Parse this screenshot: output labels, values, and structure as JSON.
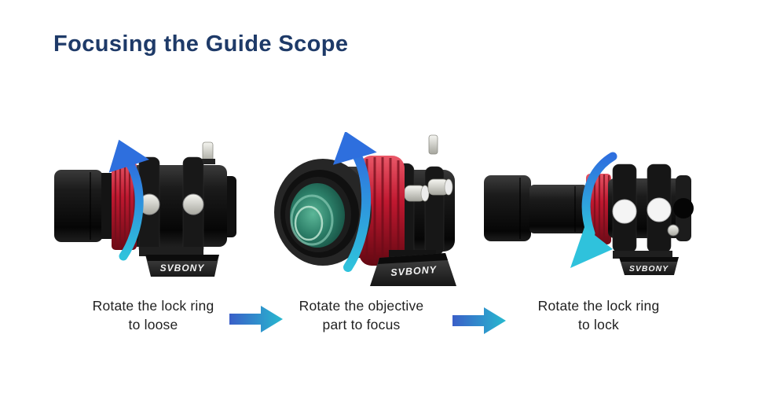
{
  "page": {
    "title": "Focusing the Guide Scope",
    "background": "#ffffff"
  },
  "brand": "SVBONY",
  "colors": {
    "title_navy": "#1e3a68",
    "caption_text": "#1f1f1f",
    "step_arrow_blue": "#3a5fc8",
    "step_arrow_cyan": "#27b9cf",
    "rotation_arrow_blue": "#2e6fde",
    "rotation_arrow_cyan": "#2fc2dc",
    "lock_ring_red": "#c01830",
    "objective_lens_green": "#2a7c66",
    "scope_body_black": "#161616"
  },
  "steps": [
    {
      "caption_line1": "Rotate the lock ring",
      "caption_line2": "to loose",
      "rotation_direction": "counterclockwise",
      "view": "guide-scope-side-view"
    },
    {
      "caption_line1": "Rotate the objective",
      "caption_line2": "part to focus",
      "rotation_direction": "counterclockwise",
      "view": "guide-scope-front-three-quarter-view"
    },
    {
      "caption_line1": "Rotate the lock ring",
      "caption_line2": "to lock",
      "rotation_direction": "clockwise",
      "view": "guide-scope-side-view"
    }
  ]
}
